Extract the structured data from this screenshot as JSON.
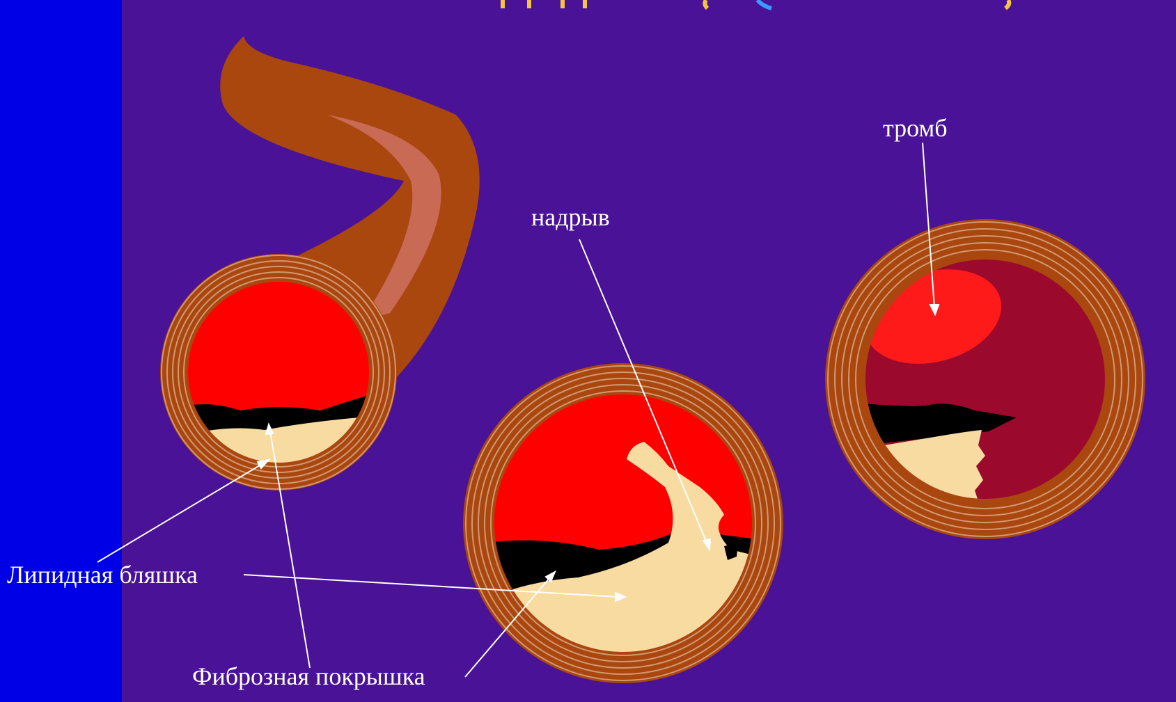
{
  "labels": {
    "lipid_plaque": "Липидная бляшка",
    "fibrous_cap": "Фиброзная покрышка",
    "rupture": "надрыв",
    "thrombus": "тромб"
  },
  "colors": {
    "left_band": "#0000e6",
    "panel": "#4a1296",
    "vessel_brown": "#a9470f",
    "vessel_highlight": "#c96a55",
    "wall_ring": "#d29872",
    "lumen_red": "#ff0000",
    "plaque_cream": "#f7dba0",
    "core_black": "#000000",
    "thrombus_dark": "#9b0a2c",
    "thrombus_bright": "#ff1a1a",
    "annotation_white": "#ffffff",
    "title_yellow": "#f4c542"
  }
}
